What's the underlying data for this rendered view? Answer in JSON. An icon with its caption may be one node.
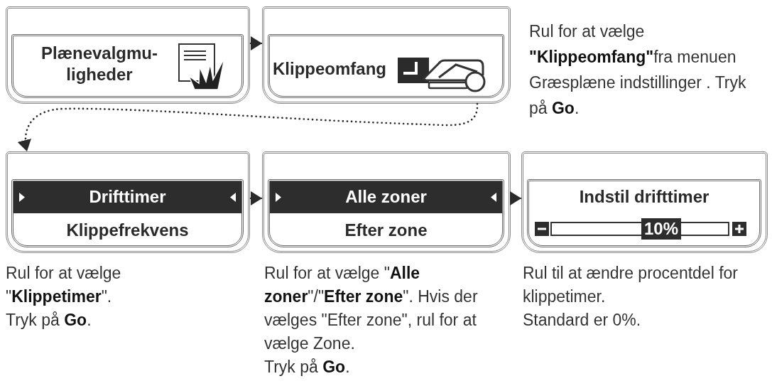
{
  "diagram": {
    "nodes": [
      {
        "text": [
          "Plænevalgmu- ligheder"
        ]
      },
      {
        "text": [
          "Klippeomfang"
        ],
        "beside": [
          "Rul for at vælge **\"Klippeomfang\"**fra menuen Græsplæne indstillinger . Tryk på **Go**."
        ]
      },
      {
        "text": [
          "Drifttimer",
          "Klippefrekvens"
        ],
        "beside": [
          "Rul for at vælge \"**Klippetimer**\".",
          "Tryk på **Go**."
        ]
      },
      {
        "text": [
          "Alle zoner",
          "Efter zone"
        ],
        "beside": [
          "Rul for at vælge \"**Alle zoner**\"/\"**Efter zone**\". Hvis der vælges \"Efter zone\", rul for at vælge Zone.",
          "Tryk på **Go**."
        ]
      },
      {
        "text": [
          "Indstil drifttimer",
          "10%"
        ],
        "beside": [
          "Rul til at ændre procentdel for klippetimer.",
          "Standard er 0%."
        ]
      }
    ],
    "edges": [
      {
        "from": 0,
        "to": 1,
        "arrow": "to"
      },
      {
        "from": 1,
        "to": 2,
        "arrow": "to",
        "style": "dashed"
      },
      {
        "from": 2,
        "to": 3,
        "arrow": "to"
      },
      {
        "from": 3,
        "to": 4,
        "arrow": "to"
      }
    ]
  }
}
